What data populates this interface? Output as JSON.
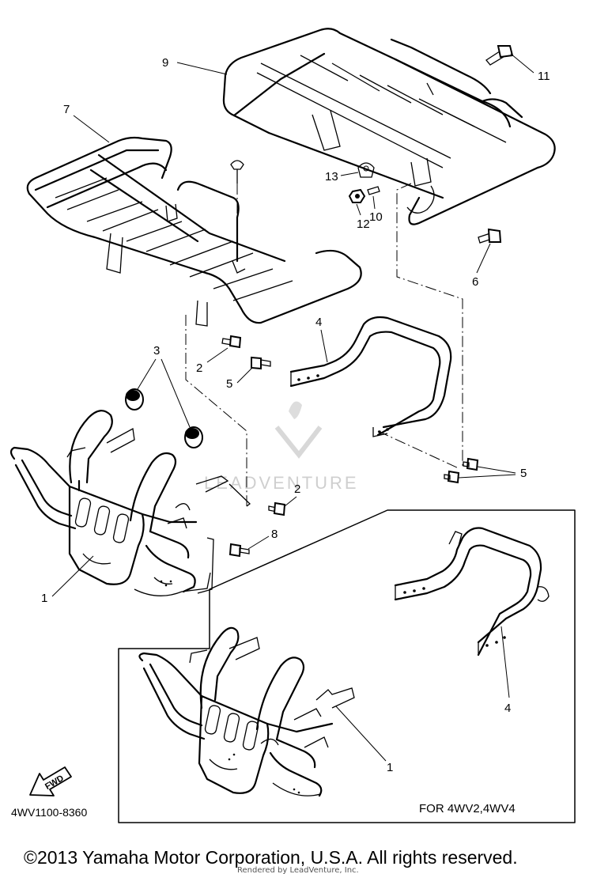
{
  "diagram": {
    "callouts": {
      "c1a": "1",
      "c1b": "1",
      "c2a": "2",
      "c2b": "2",
      "c3": "3",
      "c4a": "4",
      "c4b": "4",
      "c5a": "5",
      "c5b": "5",
      "c6": "6",
      "c7": "7",
      "c8": "8",
      "c9": "9",
      "c10": "10",
      "c11": "11",
      "c12": "12",
      "c13": "13"
    },
    "inset_caption": "FOR 4WV2,4WV4",
    "fwd_label": "FWD",
    "diagram_code": "4WV1100-8360",
    "watermark": "LEADVENTURE",
    "copyright": "©2013 Yamaha Motor Corporation, U.S.A. All rights reserved.",
    "rendered_by": "Rendered by LeadVenture, Inc."
  },
  "colors": {
    "line": "#000000",
    "background": "#ffffff",
    "watermark": "#cfcfcf"
  }
}
